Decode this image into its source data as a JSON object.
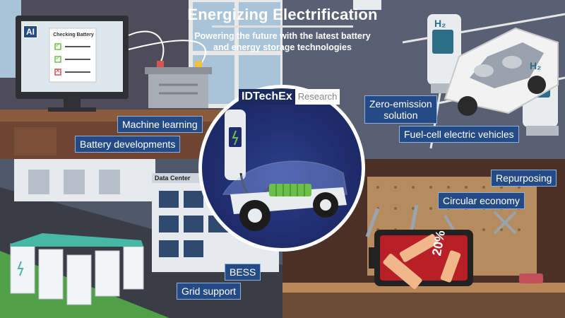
{
  "header": {
    "title": "Energizing Electrification",
    "subtitle_line1": "Powering the future with the latest battery",
    "subtitle_line2": "and energy storage technologies"
  },
  "logo": {
    "brand": "IDTechEx",
    "division": "Research"
  },
  "quadrants": {
    "top_left": {
      "monitor_badge": "AI",
      "checklist_title": "Checking  Battery",
      "tags": [
        "Machine learning",
        "Battery developments"
      ]
    },
    "top_right": {
      "station_label": "H₂",
      "tags": [
        "Zero-emission solution",
        "Fuel-cell electric vehicles"
      ],
      "tag_zero_line1": "Zero-emission",
      "tag_zero_line2": "solution"
    },
    "bottom_left": {
      "building_sign": "Data Center",
      "tags": [
        "BESS",
        "Grid support"
      ]
    },
    "bottom_right": {
      "battery_level_text": "20%",
      "battery_level": 0.2,
      "tags": [
        "Repurposing",
        "Circular economy"
      ]
    }
  },
  "colors": {
    "tag_bg": "#254b86",
    "accent_green": "#6cc04a",
    "battery_red": "#b81f26"
  }
}
